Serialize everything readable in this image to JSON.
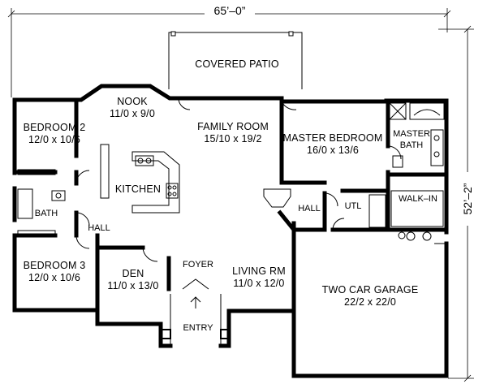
{
  "dimensions": {
    "width_label": "65’–0”",
    "depth_label": "52’–2”"
  },
  "rooms": {
    "covered_patio": {
      "name": "COVERED PATIO"
    },
    "nook": {
      "name": "NOOK",
      "size": "11/0 x 9/0"
    },
    "family_room": {
      "name": "FAMILY ROOM",
      "size": "15/10 x 19/2"
    },
    "master_bedroom": {
      "name": "MASTER BEDROOM",
      "size": "16/0 x 13/6"
    },
    "master_bath": {
      "name_line1": "MASTER",
      "name_line2": "BATH"
    },
    "bedroom2": {
      "name": "BEDROOM 2",
      "size": "12/0 x 10/6"
    },
    "kitchen": {
      "name": "KITCHEN"
    },
    "bath": {
      "name": "BATH"
    },
    "hall_left": {
      "name": "HALL"
    },
    "hall_right": {
      "name": "HALL"
    },
    "utl": {
      "name": "UTL"
    },
    "walk_in": {
      "name": "WALK–IN"
    },
    "bedroom3": {
      "name": "BEDROOM 3",
      "size": "12/0 x 10/6"
    },
    "den": {
      "name": "DEN",
      "size": "11/0 x 13/0"
    },
    "foyer": {
      "name": "FOYER"
    },
    "living_room": {
      "name": "LIVING RM",
      "size": "11/0 x 12/0"
    },
    "garage": {
      "name": "TWO CAR GARAGE",
      "size": "22/2 x 22/0"
    },
    "entry": {
      "name": "ENTRY"
    }
  }
}
